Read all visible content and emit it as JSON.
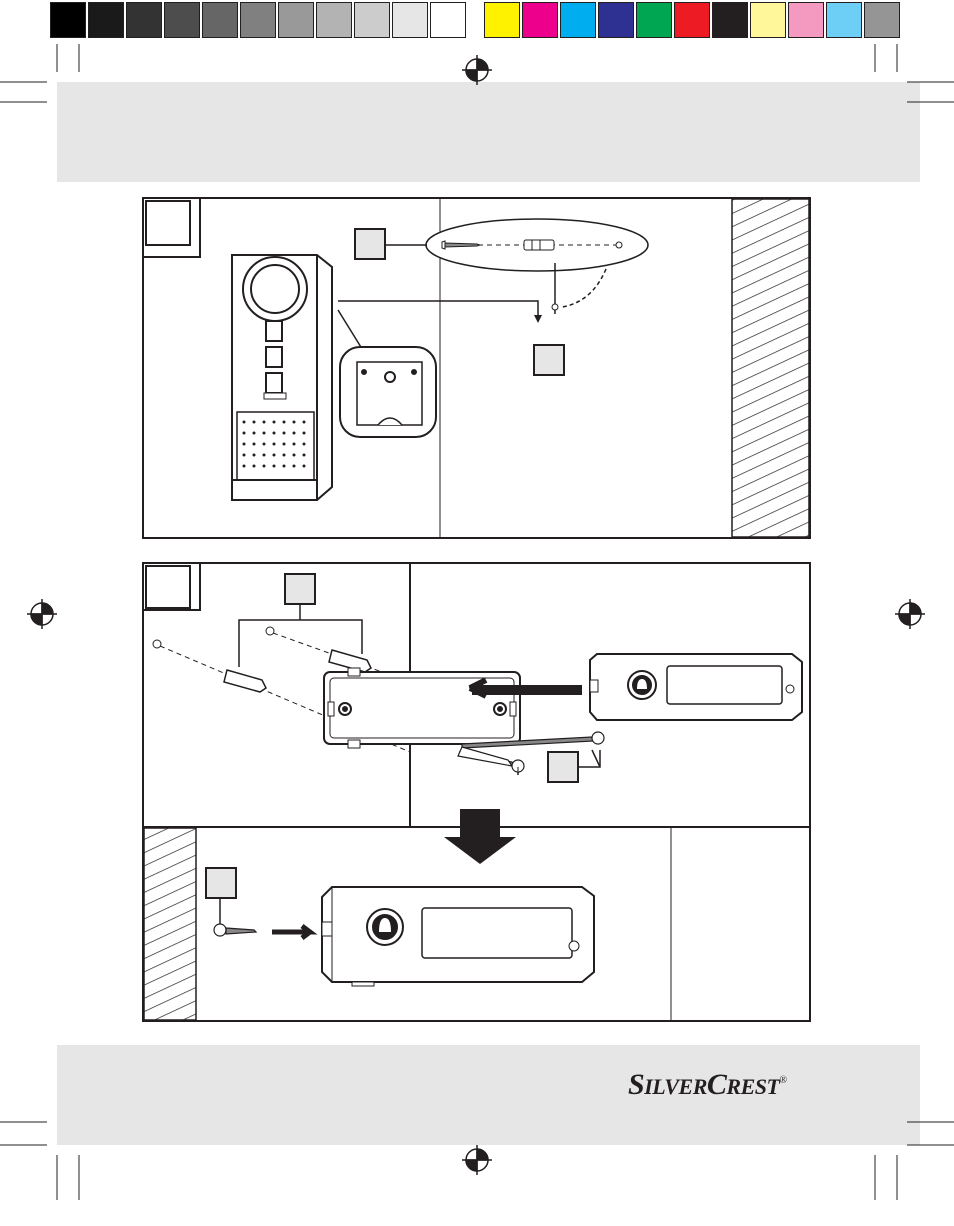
{
  "color_bar": {
    "grays": [
      "#000000",
      "#1a1a1a",
      "#333333",
      "#4d4d4d",
      "#666666",
      "#808080",
      "#999999",
      "#b3b3b3",
      "#cccccc",
      "#e6e6e6",
      "#ffffff"
    ],
    "colors": [
      "#fff200",
      "#ec008c",
      "#00aeef",
      "#2e3192",
      "#00a651",
      "#ed1c24",
      "#231f20",
      "#fff799",
      "#f49ac1",
      "#6dcff6",
      "#959595"
    ]
  },
  "brand": {
    "s": "S",
    "ilver": "ILVER",
    "c": "C",
    "rest": "REST",
    "reg": "®"
  },
  "colors": {
    "line": "#231f20",
    "band": "#e6e6e6"
  }
}
